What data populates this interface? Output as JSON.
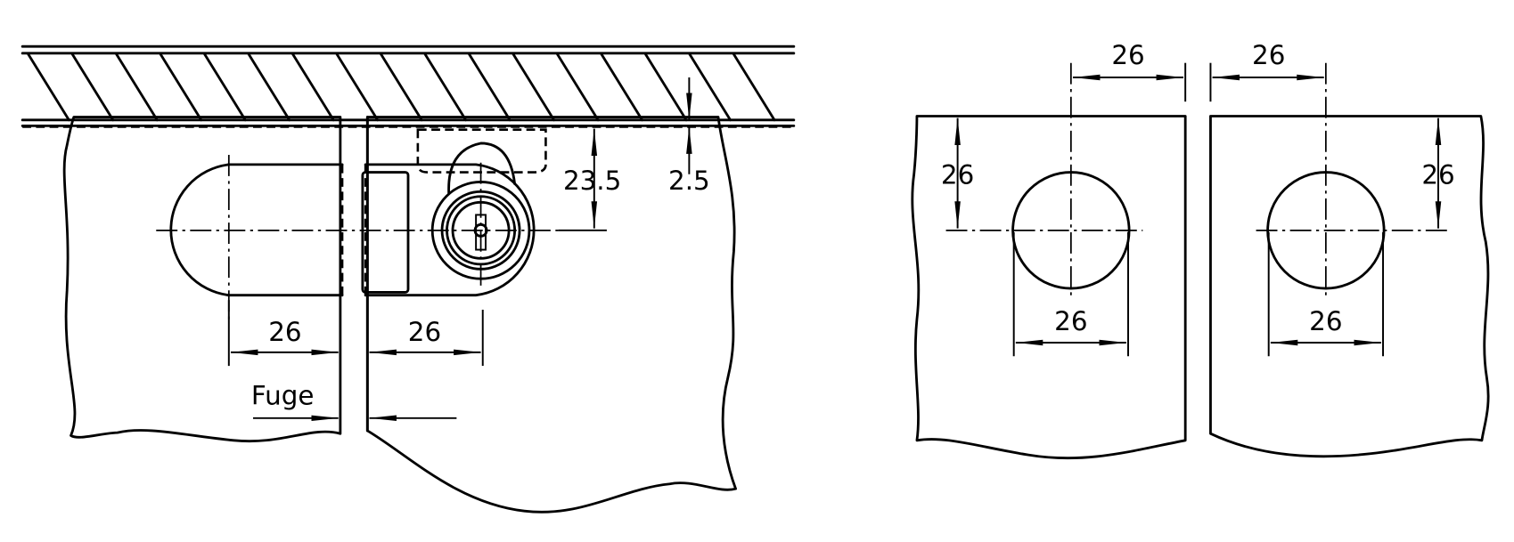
{
  "left_view": {
    "dim_lock_width_left": "26",
    "dim_lock_width_right": "26",
    "dim_height": "23.5",
    "dim_offset": "2.5",
    "gap_label": "Fuge"
  },
  "right_view": {
    "left_panel": {
      "dim_top": "26",
      "dim_side": "26",
      "dim_bore": "26"
    },
    "right_panel": {
      "dim_top": "26",
      "dim_side": "26",
      "dim_bore": "26"
    }
  }
}
